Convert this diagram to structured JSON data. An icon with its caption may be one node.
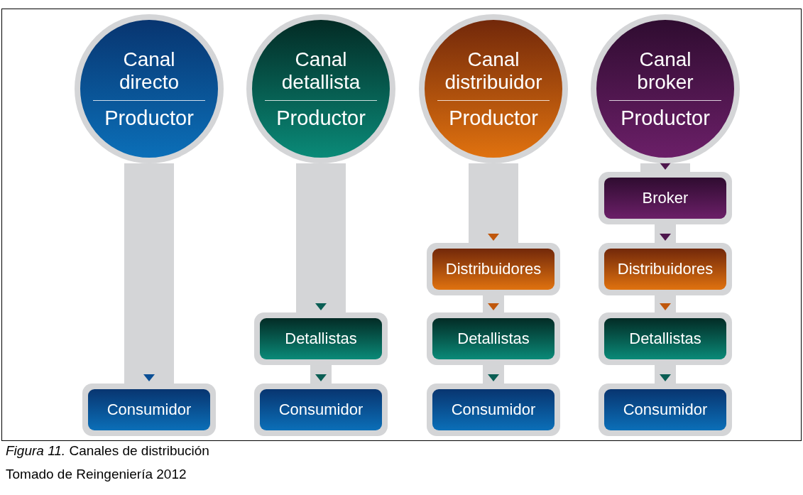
{
  "diagram": {
    "caption": "*Figura 11.* Canales de distribución",
    "nodes": [
      {
        "text": [
          "Canal directo",
          "Productor"
        ]
      },
      {
        "text": [
          "Canal detallista",
          "Productor"
        ]
      },
      {
        "text": [
          "Canal distribuidor",
          "Productor"
        ]
      },
      {
        "text": [
          "Canal broker",
          "Productor"
        ]
      },
      {
        "text": [
          "Broker"
        ]
      },
      {
        "text": [
          "Distribuidores"
        ]
      },
      {
        "text": [
          "Distribuidores"
        ]
      },
      {
        "text": [
          "Detallistas"
        ]
      },
      {
        "text": [
          "Detallistas"
        ]
      },
      {
        "text": [
          "Detallistas"
        ]
      },
      {
        "text": [
          "Consumidor"
        ]
      },
      {
        "text": [
          "Consumidor"
        ]
      },
      {
        "text": [
          "Consumidor"
        ]
      },
      {
        "text": [
          "Consumidor"
        ]
      }
    ],
    "edges": [
      {
        "from": 0,
        "to": 10,
        "arrow": "to",
        "style": "thick"
      },
      {
        "from": 1,
        "to": 7,
        "arrow": "to",
        "style": "thick"
      },
      {
        "from": 7,
        "to": 11,
        "arrow": "to"
      },
      {
        "from": 2,
        "to": 5,
        "arrow": "to",
        "style": "thick"
      },
      {
        "from": 5,
        "to": 8,
        "arrow": "to"
      },
      {
        "from": 8,
        "to": 12,
        "arrow": "to"
      },
      {
        "from": 3,
        "to": 4,
        "arrow": "to",
        "style": "thick"
      },
      {
        "from": 4,
        "to": 6,
        "arrow": "to"
      },
      {
        "from": 6,
        "to": 9,
        "arrow": "to"
      },
      {
        "from": 9,
        "to": 13,
        "arrow": "to"
      }
    ],
    "labels": [
      "Tomado de Reingeniería 2012"
    ]
  }
}
